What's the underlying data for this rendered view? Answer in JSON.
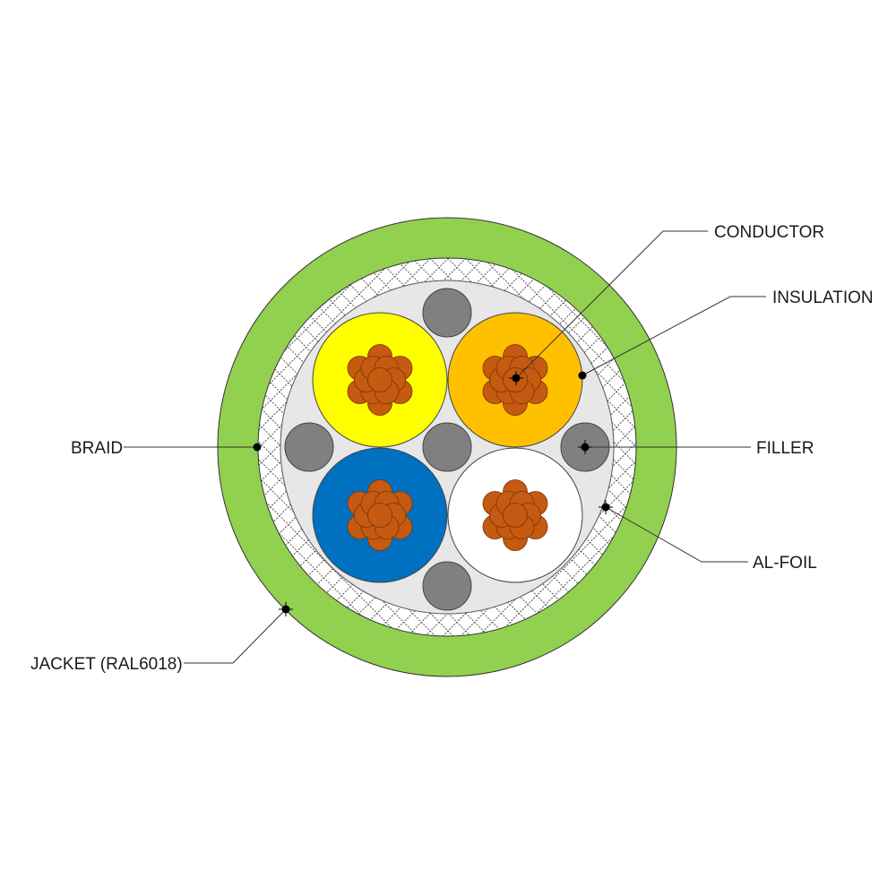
{
  "labels": {
    "conductor": "CONDUCTOR",
    "insulation": "INSULATION",
    "braid": "BRAID",
    "filler": "FILLER",
    "al_foil": "AL-FOIL",
    "jacket": "JACKET (RAL6018)"
  },
  "colors": {
    "jacket": "#92d050",
    "braid_background": "#ffffff",
    "braid_mesh": "#222222",
    "foil": "#e7e7e7",
    "filler": "#808080",
    "copper": "#c55a11",
    "core_yellow": "#ffff00",
    "core_orange": "#ffc000",
    "core_blue": "#0070c0",
    "core_white": "#ffffff",
    "outline": "#333333"
  }
}
